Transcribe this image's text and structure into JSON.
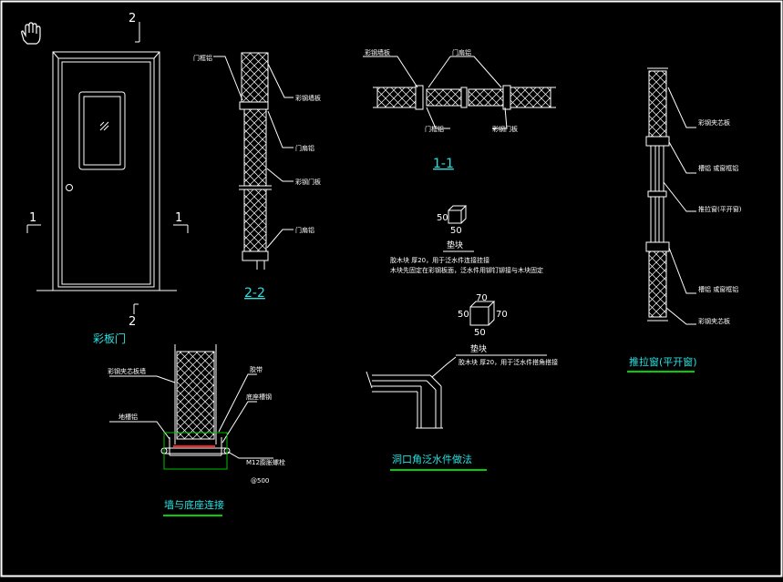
{
  "section_marks": {
    "two": "2",
    "one": "1"
  },
  "door": {
    "title": "彩板门"
  },
  "section_22": {
    "title": "2-2",
    "labels": {
      "door_frame": "门框铝",
      "color_steel_panel": "彩钢墙板",
      "door_edge_al": "门扇铝",
      "color_steel_door_panel": "彩钢门板",
      "door_edge_al_2": "门扇铝"
    }
  },
  "section_11": {
    "title": "1-1",
    "labels": {
      "color_steel_wall": "彩钢墙板",
      "door_edge_al": "门扇铝",
      "door_frame_al": "门框铝",
      "color_steel_door": "彩钢门板"
    }
  },
  "block1": {
    "dim_a": "50",
    "dim_b": "50",
    "title": "垫块",
    "note1": "胶木块 厚20，用于泛水件连接挂接",
    "note2": "木块先固定在彩钢板面，泛水件用铆钉铆接与木块固定"
  },
  "block2": {
    "dim_a": "70",
    "dim_b": "50",
    "dim_c": "70",
    "dim_d": "50",
    "title": "垫块",
    "note1": "胶木块 厚20，用于泛水件搭角搭接"
  },
  "flashing": {
    "title": "洞口角泛水件做法"
  },
  "base": {
    "title": "墙与底座连接",
    "labels": {
      "sandwich_wall": "彩钢夹芯板墙",
      "sealant": "胶带",
      "base_channel": "底座槽钢",
      "floor_channel": "地槽铝",
      "bolt": "M12膨胀螺栓",
      "spacing": "@500"
    }
  },
  "window": {
    "title": "推拉窗(平开窗)",
    "labels": {
      "sandwich_panel_top": "彩钢夹芯板",
      "top_profile": "槽铝 或窗框铝",
      "sliding_window": "推拉窗(平开窗)",
      "bottom_profile": "槽铝 或窗框铝",
      "sandwich_panel_bot": "彩钢夹芯板"
    }
  },
  "colors": {
    "background": "#000000",
    "lines": "#ffffff",
    "title": "#29e0e0",
    "underline": "#00d000",
    "accent_red": "#ff2020",
    "accent_green": "#00c000"
  }
}
